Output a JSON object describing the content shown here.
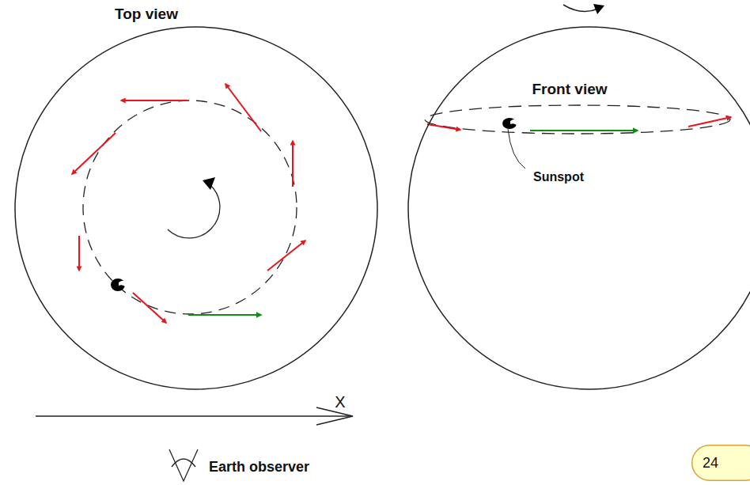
{
  "diagram": {
    "nodes": [
      {
        "text": [
          "Top view"
        ]
      },
      {
        "text": [
          "Front view",
          "Sunspot"
        ]
      },
      {
        "text": [
          "24"
        ]
      }
    ],
    "labels": [
      "X",
      "Earth observer"
    ]
  }
}
